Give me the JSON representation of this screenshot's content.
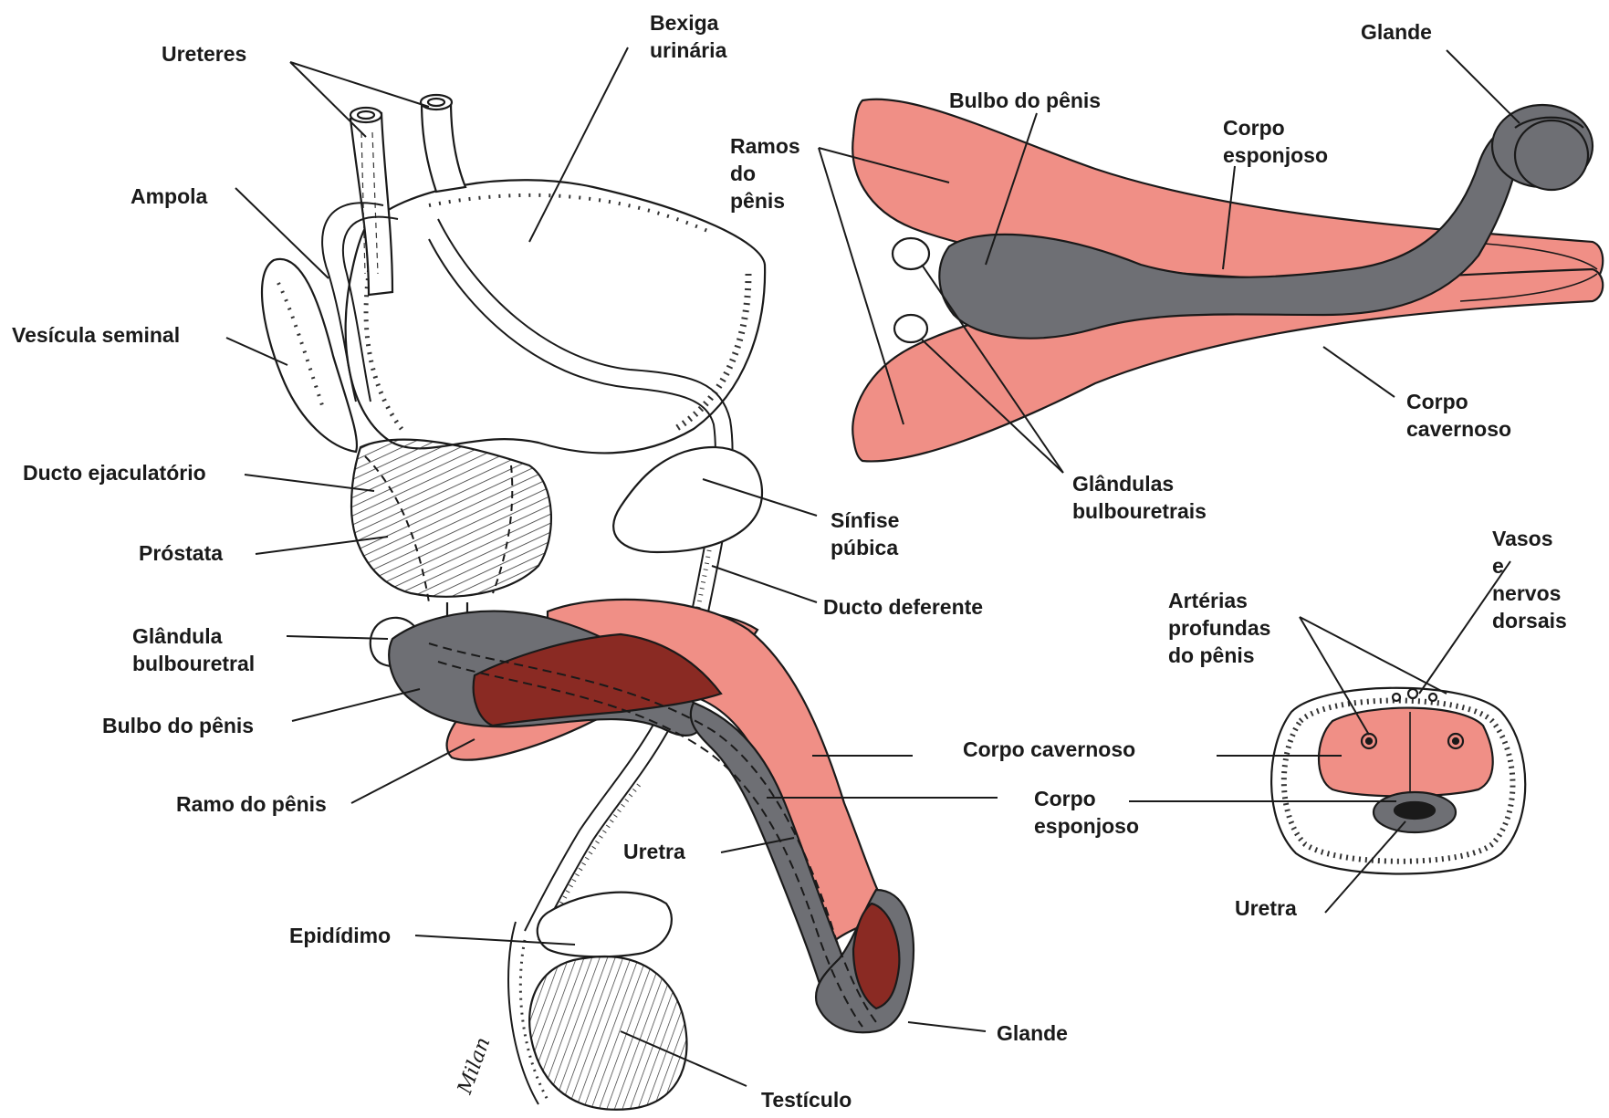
{
  "colors": {
    "cavernous": "#f08f86",
    "spongy": "#6e6f74",
    "dark_red": "#8a2a23",
    "line": "#1a1a1a",
    "background": "#ffffff"
  },
  "main_view": {
    "ureteres": "Ureteres",
    "bexiga": "Bexiga\nurinária",
    "ampola": "Ampola",
    "vesicula": "Vesícula seminal",
    "ducto_ejac": "Ducto ejaculatório",
    "prostata": "Próstata",
    "glandula": "Glândula\nbulbouretral",
    "bulbo": "Bulbo do pênis",
    "ramo": "Ramo do pênis",
    "sinfise": "Sínfise\npúbica",
    "ducto_def": "Ducto deferente",
    "corpo_cav": "Corpo cavernoso",
    "corpo_esp": "Corpo\nesponjoso",
    "uretra": "Uretra",
    "epididimo": "Epidídimo",
    "glande": "Glande",
    "testiculo": "Testículo"
  },
  "dissected_view": {
    "glande": "Glande",
    "bulbo": "Bulbo do pênis",
    "ramos": "Ramos\ndo\npênis",
    "corpo_esp": "Corpo\nesponjoso",
    "corpo_cav": "Corpo\ncavernoso",
    "glandulas": "Glândulas\nbulbouretrais"
  },
  "cross_section": {
    "vasos": "Vasos\ne\nnervos\ndorsais",
    "arterias": "Artérias\nprofundas\ndo pênis",
    "uretra": "Uretra"
  },
  "artist_signature": "Milan"
}
